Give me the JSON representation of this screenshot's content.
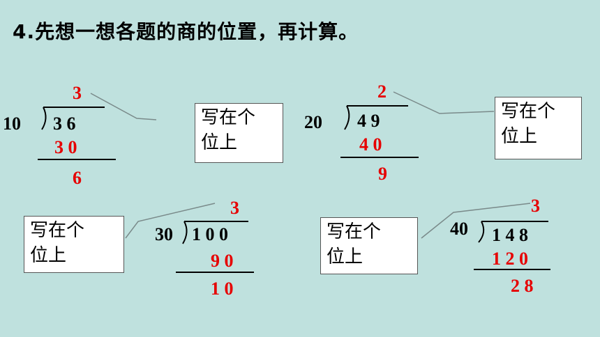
{
  "title": "4.先想一想各题的商的位置，再计算。",
  "note_line1": "写在个",
  "note_line2": "位上",
  "problems": [
    {
      "divisor": "10",
      "dividend": "3 6",
      "quotient": "3",
      "product": "3 0",
      "remainder": "6"
    },
    {
      "divisor": "20",
      "dividend": "4 9",
      "quotient": "2",
      "product": "4 0",
      "remainder": "9"
    },
    {
      "divisor": "30",
      "dividend": "1 0 0",
      "quotient": "3",
      "product": "9 0",
      "remainder": "1 0"
    },
    {
      "divisor": "40",
      "dividend": "1 4 8",
      "quotient": "3",
      "product": "1 2 0",
      "remainder": "2 8"
    }
  ],
  "colors": {
    "background": "#bfe1de",
    "answer": "#e60000",
    "text": "#000000"
  }
}
